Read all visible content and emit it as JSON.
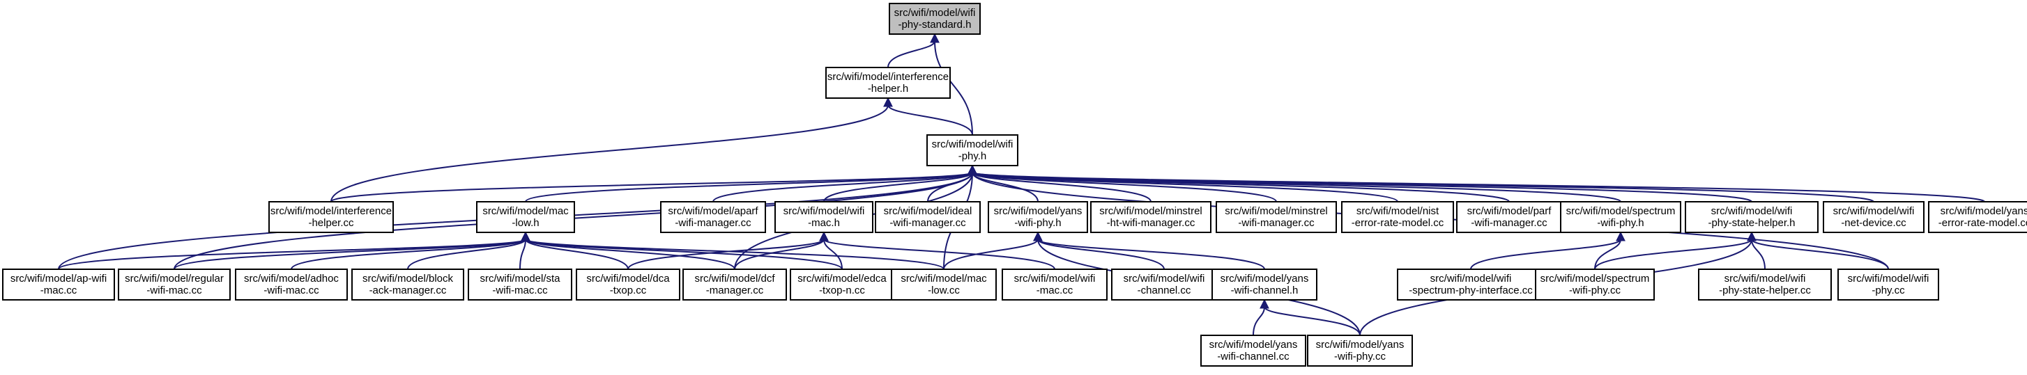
{
  "nodes": [
    {
      "id": "phy_standard",
      "lines": [
        "src/wifi/model/wifi",
        "-phy-standard.h"
      ],
      "root": true
    },
    {
      "id": "interference_h",
      "lines": [
        "src/wifi/model/interference",
        "-helper.h"
      ]
    },
    {
      "id": "wifi_phy_h",
      "lines": [
        "src/wifi/model/wifi",
        "-phy.h"
      ]
    },
    {
      "id": "interference_cc",
      "lines": [
        "src/wifi/model/interference",
        "-helper.cc"
      ]
    },
    {
      "id": "mac_low_h",
      "lines": [
        "src/wifi/model/mac",
        "-low.h"
      ]
    },
    {
      "id": "aparf",
      "lines": [
        "src/wifi/model/aparf",
        "-wifi-manager.cc"
      ]
    },
    {
      "id": "wifi_mac_h",
      "lines": [
        "src/wifi/model/wifi",
        "-mac.h"
      ]
    },
    {
      "id": "ideal",
      "lines": [
        "src/wifi/model/ideal",
        "-wifi-manager.cc"
      ]
    },
    {
      "id": "yans_phy_h",
      "lines": [
        "src/wifi/model/yans",
        "-wifi-phy.h"
      ]
    },
    {
      "id": "minstrel_ht",
      "lines": [
        "src/wifi/model/minstrel",
        "-ht-wifi-manager.cc"
      ]
    },
    {
      "id": "minstrel",
      "lines": [
        "src/wifi/model/minstrel",
        "-wifi-manager.cc"
      ]
    },
    {
      "id": "nist",
      "lines": [
        "src/wifi/model/nist",
        "-error-rate-model.cc"
      ]
    },
    {
      "id": "parf",
      "lines": [
        "src/wifi/model/parf",
        "-wifi-manager.cc"
      ]
    },
    {
      "id": "spectrum_h",
      "lines": [
        "src/wifi/model/spectrum",
        "-wifi-phy.h"
      ]
    },
    {
      "id": "state_helper_h",
      "lines": [
        "src/wifi/model/wifi",
        "-phy-state-helper.h"
      ]
    },
    {
      "id": "net_device",
      "lines": [
        "src/wifi/model/wifi",
        "-net-device.cc"
      ]
    },
    {
      "id": "yans_error",
      "lines": [
        "src/wifi/model/yans",
        "-error-rate-model.cc"
      ]
    },
    {
      "id": "ap_mac",
      "lines": [
        "src/wifi/model/ap-wifi",
        "-mac.cc"
      ]
    },
    {
      "id": "regular_mac",
      "lines": [
        "src/wifi/model/regular",
        "-wifi-mac.cc"
      ]
    },
    {
      "id": "adhoc_mac",
      "lines": [
        "src/wifi/model/adhoc",
        "-wifi-mac.cc"
      ]
    },
    {
      "id": "block_ack",
      "lines": [
        "src/wifi/model/block",
        "-ack-manager.cc"
      ]
    },
    {
      "id": "sta_mac",
      "lines": [
        "src/wifi/model/sta",
        "-wifi-mac.cc"
      ]
    },
    {
      "id": "dca_txop",
      "lines": [
        "src/wifi/model/dca",
        "-txop.cc"
      ]
    },
    {
      "id": "dcf_manager",
      "lines": [
        "src/wifi/model/dcf",
        "-manager.cc"
      ]
    },
    {
      "id": "edca_txop",
      "lines": [
        "src/wifi/model/edca",
        "-txop-n.cc"
      ]
    },
    {
      "id": "mac_low_cc",
      "lines": [
        "src/wifi/model/mac",
        "-low.cc"
      ]
    },
    {
      "id": "wifi_mac_cc",
      "lines": [
        "src/wifi/model/wifi",
        "-mac.cc"
      ]
    },
    {
      "id": "wifi_channel_cc",
      "lines": [
        "src/wifi/model/wifi",
        "-channel.cc"
      ]
    },
    {
      "id": "yans_channel_h",
      "lines": [
        "src/wifi/model/yans",
        "-wifi-channel.h"
      ]
    },
    {
      "id": "spectrum_iface",
      "lines": [
        "src/wifi/model/wifi",
        "-spectrum-phy-interface.cc"
      ]
    },
    {
      "id": "spectrum_cc",
      "lines": [
        "src/wifi/model/spectrum",
        "-wifi-phy.cc"
      ]
    },
    {
      "id": "state_helper_cc",
      "lines": [
        "src/wifi/model/wifi",
        "-phy-state-helper.cc"
      ]
    },
    {
      "id": "wifi_phy_cc",
      "lines": [
        "src/wifi/model/wifi",
        "-phy.cc"
      ]
    },
    {
      "id": "yans_channel_cc",
      "lines": [
        "src/wifi/model/yans",
        "-wifi-channel.cc"
      ]
    },
    {
      "id": "yans_phy_cc",
      "lines": [
        "src/wifi/model/yans",
        "-wifi-phy.cc"
      ]
    }
  ],
  "edges": [
    [
      "interference_h",
      "phy_standard"
    ],
    [
      "wifi_phy_h",
      "phy_standard"
    ],
    [
      "wifi_phy_h",
      "interference_h"
    ],
    [
      "interference_cc",
      "interference_h"
    ],
    [
      "interference_cc",
      "wifi_phy_h"
    ],
    [
      "mac_low_h",
      "wifi_phy_h"
    ],
    [
      "aparf",
      "wifi_phy_h"
    ],
    [
      "wifi_mac_h",
      "wifi_phy_h"
    ],
    [
      "ideal",
      "wifi_phy_h"
    ],
    [
      "yans_phy_h",
      "wifi_phy_h"
    ],
    [
      "minstrel_ht",
      "wifi_phy_h"
    ],
    [
      "minstrel",
      "wifi_phy_h"
    ],
    [
      "nist",
      "wifi_phy_h"
    ],
    [
      "parf",
      "wifi_phy_h"
    ],
    [
      "spectrum_h",
      "wifi_phy_h"
    ],
    [
      "state_helper_h",
      "wifi_phy_h"
    ],
    [
      "net_device",
      "wifi_phy_h"
    ],
    [
      "yans_error",
      "wifi_phy_h"
    ],
    [
      "ap_mac",
      "wifi_phy_h"
    ],
    [
      "regular_mac",
      "wifi_phy_h"
    ],
    [
      "dcf_manager",
      "wifi_phy_h"
    ],
    [
      "mac_low_cc",
      "wifi_phy_h"
    ],
    [
      "wifi_phy_cc",
      "wifi_phy_h"
    ],
    [
      "ap_mac",
      "mac_low_h"
    ],
    [
      "regular_mac",
      "mac_low_h"
    ],
    [
      "adhoc_mac",
      "mac_low_h"
    ],
    [
      "block_ack",
      "mac_low_h"
    ],
    [
      "sta_mac",
      "mac_low_h"
    ],
    [
      "dca_txop",
      "mac_low_h"
    ],
    [
      "dcf_manager",
      "mac_low_h"
    ],
    [
      "edca_txop",
      "mac_low_h"
    ],
    [
      "mac_low_cc",
      "mac_low_h"
    ],
    [
      "dca_txop",
      "wifi_mac_h"
    ],
    [
      "dcf_manager",
      "wifi_mac_h"
    ],
    [
      "edca_txop",
      "wifi_mac_h"
    ],
    [
      "wifi_mac_cc",
      "wifi_mac_h"
    ],
    [
      "mac_low_cc",
      "yans_phy_h"
    ],
    [
      "wifi_channel_cc",
      "yans_phy_h"
    ],
    [
      "yans_channel_h",
      "yans_phy_h"
    ],
    [
      "yans_phy_cc",
      "yans_phy_h"
    ],
    [
      "yans_channel_cc",
      "yans_channel_h"
    ],
    [
      "yans_phy_cc",
      "yans_channel_h"
    ],
    [
      "spectrum_iface",
      "spectrum_h"
    ],
    [
      "spectrum_cc",
      "spectrum_h"
    ],
    [
      "spectrum_cc",
      "state_helper_h"
    ],
    [
      "state_helper_cc",
      "state_helper_h"
    ],
    [
      "wifi_phy_cc",
      "state_helper_h"
    ],
    [
      "yans_phy_cc",
      "state_helper_h"
    ]
  ],
  "colors": {
    "edge": "#191970",
    "root_fill": "#bfbfbf",
    "node_fill": "#ffffff",
    "border": "#000000"
  }
}
